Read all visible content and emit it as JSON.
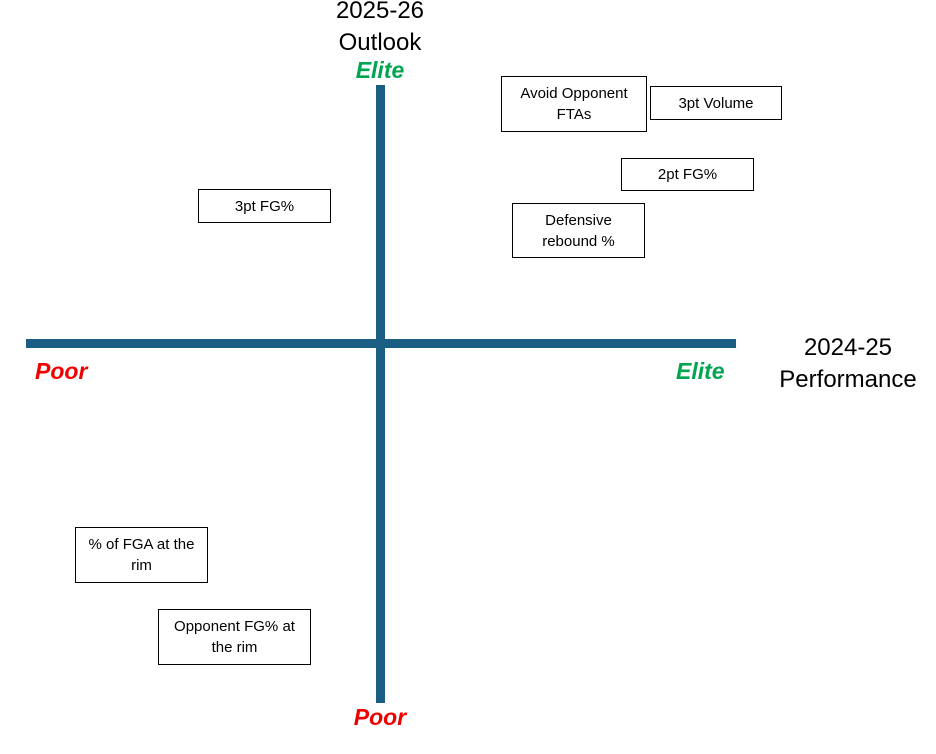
{
  "axes": {
    "y_title_line1": "2025-26",
    "y_title_line2": "Outlook",
    "x_title_line1": "2024-25",
    "x_title_line2": "Performance",
    "y_high_label": "Elite",
    "y_low_label": "Poor",
    "x_high_label": "Elite",
    "x_low_label": "Poor"
  },
  "colors": {
    "axis": "#1b5e83",
    "elite": "#00a550",
    "poor": "#ee0000",
    "box_border": "#000000"
  },
  "metrics": {
    "avoid_opponent_ftas": "Avoid Opponent FTAs",
    "three_pt_volume": "3pt Volume",
    "two_pt_fg_pct": "2pt FG%",
    "defensive_rebound_pct": "Defensive rebound %",
    "three_pt_fg_pct": "3pt FG%",
    "pct_fga_at_rim": "% of FGA at the rim",
    "opponent_fg_pct_at_rim": "Opponent FG% at the rim"
  }
}
